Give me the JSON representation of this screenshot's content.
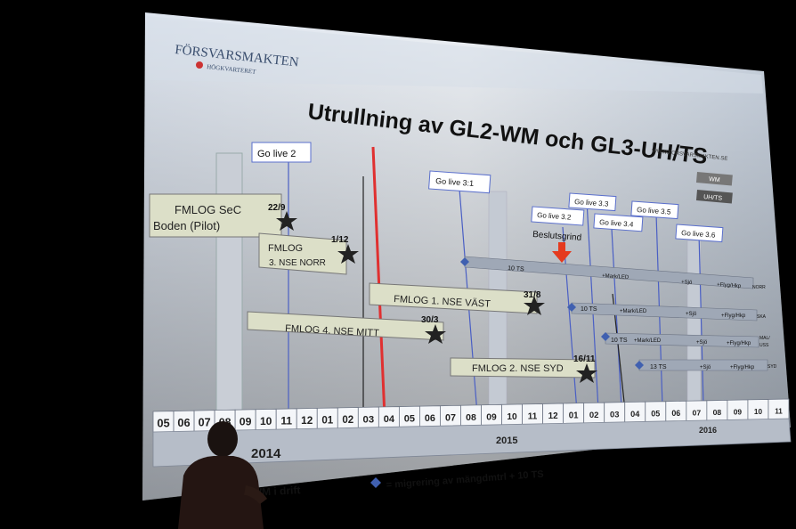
{
  "logo": {
    "name": "FÖRSVARSMAKTEN",
    "sub": "HÖGKVARTERET"
  },
  "title": "Utrullning av GL2-WM och GL3-UH/TS",
  "website": "WWW.FORSVARSMAKTEN.SE",
  "legend_boxes": {
    "wm": "WM",
    "uhts": "UH/TS"
  },
  "go_live": {
    "g2": "Go live 2",
    "g31": "Go live 3:1",
    "g32": "Go live 3.2",
    "g33": "Go live 3.3",
    "g34": "Go live 3.4",
    "g35": "Go live 3.5",
    "g36": "Go live 3.6"
  },
  "decision": "Beslutsgrind",
  "units": {
    "boden_l1": "FMLOG SeC",
    "boden_l2": "Boden (Pilot)",
    "norr_l1": "FMLOG",
    "norr_l2": "3. NSE NORR",
    "vast": "FMLOG 1. NSE VÄST",
    "mitt": "FMLOG 4. NSE MITT",
    "syd": "FMLOG 2. NSE SYD"
  },
  "milestones": {
    "boden": "22/9",
    "norr": "1/12",
    "vast": "31/8",
    "mitt": "30/3",
    "syd": "16/11"
  },
  "bars": {
    "b1": {
      "ts": "10 TS",
      "mark": "+Mark/LED",
      "sjo": "+Sjö",
      "flyg": "+Flyg/Hkp",
      "end": "NORR"
    },
    "b2": {
      "ts": "10 TS",
      "mark": "+Mark/LED",
      "sjo": "+Sjö",
      "flyg": "+Flyg/Hkp",
      "end": "SKA"
    },
    "b3": {
      "ts": "10 TS",
      "mark": "+Mark/LED",
      "sjo": "+Sjö",
      "flyg": "+Flyg/Hkp",
      "end1": "MAL/",
      "end2": "USS"
    },
    "b4": {
      "ts": "13 TS",
      "sjo": "+Sjö",
      "flyg": "+Flyg/Hkp",
      "end": "SYD"
    }
  },
  "months": [
    "05",
    "06",
    "07",
    "08",
    "09",
    "10",
    "11",
    "12",
    "01",
    "02",
    "03",
    "04",
    "05",
    "06",
    "07",
    "08",
    "09",
    "10",
    "11",
    "12",
    "01",
    "02",
    "03",
    "04",
    "05",
    "06",
    "07",
    "08",
    "09",
    "10",
    "11"
  ],
  "years": {
    "y2014": "2014",
    "y2015": "2015",
    "y2016": "2016"
  },
  "footer": {
    "wm": "WM i drift",
    "migr": "= migrering av mängdmtrl + 10 TS"
  },
  "colors": {
    "slide": "#e9eef5",
    "redline": "#e03030",
    "arrow": "#e53a1e",
    "diamond": "#4060b0",
    "box": "#dcdfc8"
  }
}
